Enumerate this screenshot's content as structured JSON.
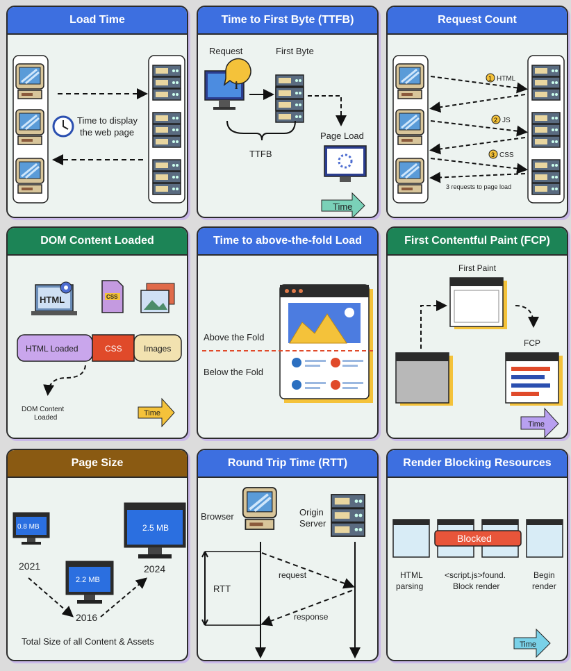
{
  "panels": {
    "load_time": {
      "title": "Load Time",
      "caption": [
        "Time to display",
        "the web page"
      ]
    },
    "ttfb": {
      "title": "Time to First Byte (TTFB)",
      "request": "Request",
      "first_byte": "First Byte",
      "brace": "TTFB",
      "page_load": "Page Load",
      "time": "Time"
    },
    "request_count": {
      "title": "Request Count",
      "req1": "HTML",
      "req2": "JS",
      "req3": "CSS",
      "n1": "1",
      "n2": "2",
      "n3": "3",
      "caption": "3 requests to page load"
    },
    "dom": {
      "title": "DOM Content Loaded",
      "html_icon": "HTML",
      "css_icon": "CSS",
      "bar_html": "HTML Loaded",
      "bar_css": "CSS",
      "bar_images": "Images",
      "caption": [
        "DOM Content",
        "Loaded"
      ],
      "time": "Time"
    },
    "fold": {
      "title": "Time to above-the-fold Load",
      "above": "Above the Fold",
      "below": "Below the Fold"
    },
    "fcp": {
      "title": "First Contentful Paint (FCP)",
      "first_paint": "First Paint",
      "fcp": "FCP",
      "time": "Time"
    },
    "page_size": {
      "title": "Page Size",
      "y2021": "2021",
      "y2016": "2016",
      "y2024": "2024",
      "s2021": "0.8 MB",
      "s2016": "2.2 MB",
      "s2024": "2.5 MB",
      "caption": "Total Size of all Content & Assets"
    },
    "rtt": {
      "title": "Round Trip Time (RTT)",
      "browser": "Browser",
      "origin": [
        "Origin",
        "Server"
      ],
      "rtt": "RTT",
      "request": "request",
      "response": "response"
    },
    "render": {
      "title": "Render Blocking Resources",
      "blocked": "Blocked",
      "s1": [
        "HTML",
        "parsing"
      ],
      "s2": [
        "<script.js>found.",
        "Block render"
      ],
      "s3": [
        "Begin",
        "render"
      ],
      "time": "Time"
    }
  },
  "colors": {
    "blue_header": "#3d6fe0",
    "green_header": "#1c8456",
    "brown_header": "#8a5a12"
  }
}
